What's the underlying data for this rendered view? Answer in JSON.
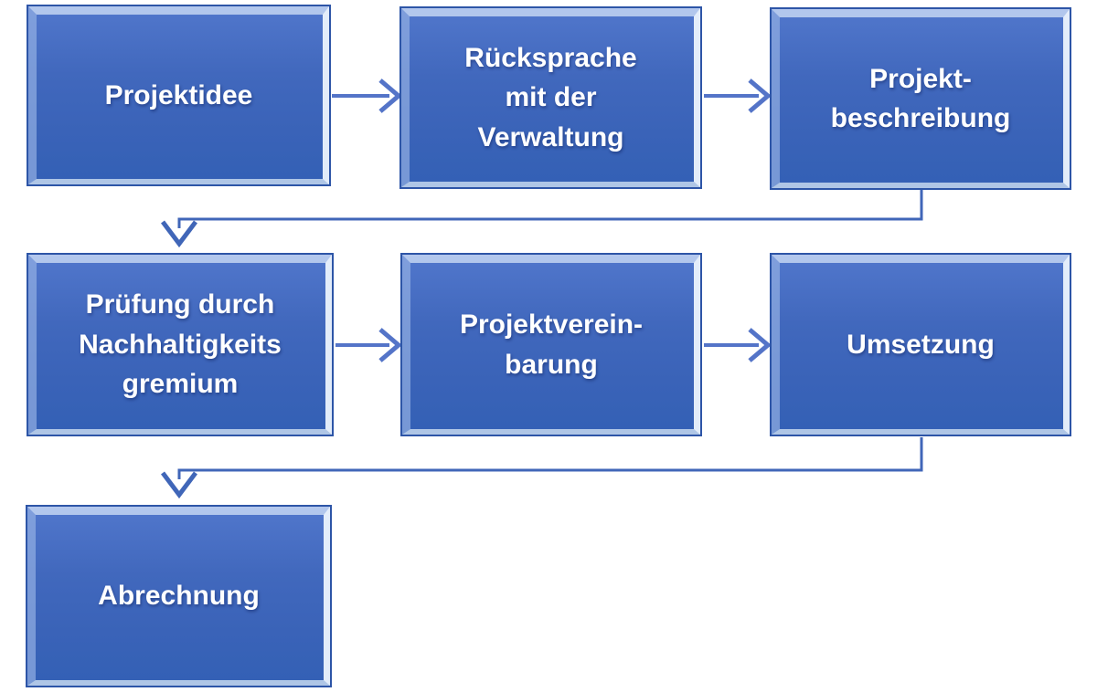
{
  "diagram": {
    "type": "flowchart",
    "language": "de",
    "boxes": [
      {
        "id": "projektidee",
        "label": "Projektidee",
        "row": 1,
        "col": 1
      },
      {
        "id": "ruecksprache",
        "label": "Rücksprache\nmit der\nVerwaltung",
        "row": 1,
        "col": 2
      },
      {
        "id": "projektbeschreibung",
        "label": "Projekt-\nbeschreibung",
        "row": 1,
        "col": 3
      },
      {
        "id": "pruefung-gremium",
        "label": "Prüfung durch\nNachhaltigkeits\ngremium",
        "row": 2,
        "col": 1
      },
      {
        "id": "projektvereinbarung",
        "label": "Projektverein-\nbarung",
        "row": 2,
        "col": 2
      },
      {
        "id": "umsetzung",
        "label": "Umsetzung",
        "row": 2,
        "col": 3
      },
      {
        "id": "abrechnung",
        "label": "Abrechnung",
        "row": 3,
        "col": 1
      }
    ],
    "connectors": [
      {
        "from": "projektidee",
        "to": "ruecksprache",
        "shape": "straight-right"
      },
      {
        "from": "ruecksprache",
        "to": "projektbeschreibung",
        "shape": "straight-right"
      },
      {
        "from": "projektbeschreibung",
        "to": "pruefung-gremium",
        "shape": "elbow-down-left-down"
      },
      {
        "from": "pruefung-gremium",
        "to": "projektvereinbarung",
        "shape": "straight-right"
      },
      {
        "from": "projektvereinbarung",
        "to": "umsetzung",
        "shape": "straight-right"
      },
      {
        "from": "umsetzung",
        "to": "abrechnung",
        "shape": "elbow-down-left-down"
      }
    ],
    "colors": {
      "box_fill_top": "#5177cc",
      "box_fill_bottom": "#3360b5",
      "box_border": "#2d55a7",
      "bevel_highlight": "#ecf4fd",
      "arrow": "#4a6dc0",
      "text": "#ffffff",
      "background": "#ffffff"
    }
  }
}
